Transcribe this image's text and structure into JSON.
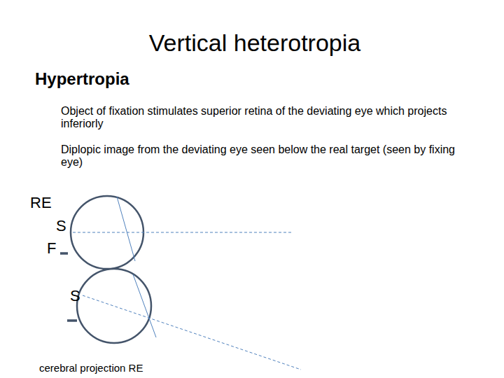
{
  "diagram": {
    "title": "Vertical heterotropia",
    "labels": [
      "Hypertropia",
      "Object of fixation stimulates superior retina of the deviating eye which projects inferiorly",
      "Diplopic image from the deviating eye seen below the real target (seen by fixing eye)",
      "RE",
      "S",
      "F",
      "S",
      "cerebral projection RE"
    ]
  }
}
